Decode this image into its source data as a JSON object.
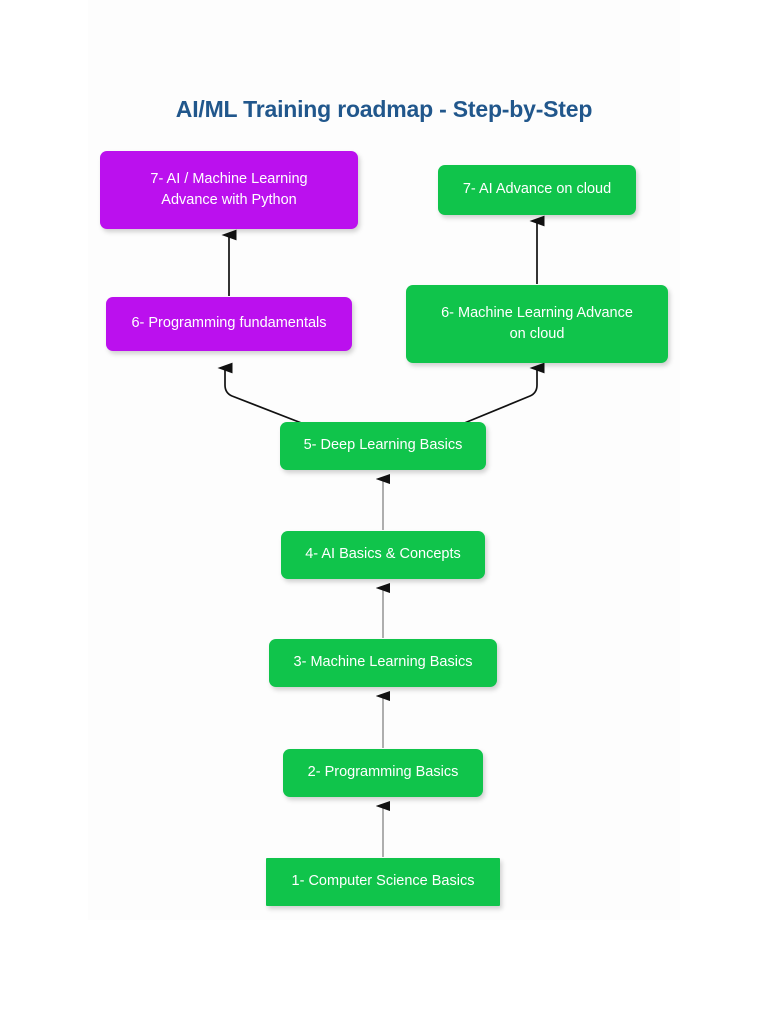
{
  "document": {
    "title": "AI/ML Training roadmap - Step-by-Step",
    "title_color": "#21578c",
    "background_color": "#ffffff"
  },
  "palette": {
    "purple": "#bb10ee",
    "green": "#10c44b",
    "node_text": "#ffffff",
    "connector": "#1a1a1a"
  },
  "chart_data": {
    "type": "diagram",
    "title": "AI/ML Training roadmap - Step-by-Step",
    "nodes": [
      {
        "id": "node-1-cs",
        "step": 1,
        "label": "1- Computer Science Basics",
        "color": "green",
        "shape": "rectangle"
      },
      {
        "id": "node-2-prog",
        "step": 2,
        "label": "2- Programming Basics",
        "color": "green",
        "shape": "rounded"
      },
      {
        "id": "node-3-ml",
        "step": 3,
        "label": "3- Machine Learning Basics",
        "color": "green",
        "shape": "rounded"
      },
      {
        "id": "node-4-ai",
        "step": 4,
        "label": "4- AI Basics & Concepts",
        "color": "green",
        "shape": "rounded"
      },
      {
        "id": "node-5-dl",
        "step": 5,
        "label": "5- Deep Learning Basics",
        "color": "green",
        "shape": "rounded"
      },
      {
        "id": "node-6-prog",
        "step": 6,
        "label": "6- Programming fundamentals",
        "color": "purple",
        "shape": "rounded"
      },
      {
        "id": "node-6-mlcloud",
        "step": 6,
        "label": "6- Machine Learning Advance on cloud",
        "color": "green",
        "shape": "rounded"
      },
      {
        "id": "node-7-python",
        "step": 7,
        "label": "7- AI / Machine Learning Advance with Python",
        "color": "purple",
        "shape": "rounded"
      },
      {
        "id": "node-7-cloud",
        "step": 7,
        "label": "7- AI Advance on cloud",
        "color": "green",
        "shape": "rounded"
      }
    ],
    "edges": [
      {
        "from": "node-1-cs",
        "to": "node-2-prog",
        "style": "straight-arrow-up"
      },
      {
        "from": "node-2-prog",
        "to": "node-3-ml",
        "style": "straight-arrow-up"
      },
      {
        "from": "node-3-ml",
        "to": "node-4-ai",
        "style": "straight-arrow-up"
      },
      {
        "from": "node-4-ai",
        "to": "node-5-dl",
        "style": "straight-arrow-up"
      },
      {
        "from": "node-5-dl",
        "to": "node-6-prog",
        "style": "curved-arrow-up-left"
      },
      {
        "from": "node-5-dl",
        "to": "node-6-mlcloud",
        "style": "curved-arrow-up-right"
      },
      {
        "from": "node-6-prog",
        "to": "node-7-python",
        "style": "straight-arrow-up"
      },
      {
        "from": "node-6-mlcloud",
        "to": "node-7-cloud",
        "style": "straight-arrow-up"
      }
    ]
  },
  "nodes": {
    "n1": {
      "label": "1- Computer Science Basics"
    },
    "n2": {
      "label": "2- Programming Basics"
    },
    "n3": {
      "label": "3- Machine Learning Basics"
    },
    "n4": {
      "label": "4- AI Basics & Concepts"
    },
    "n5": {
      "label": "5- Deep Learning Basics"
    },
    "n6a": {
      "label": "6- Programming fundamentals"
    },
    "n6b_line1": "6- Machine Learning Advance",
    "n6b_line2": "on cloud",
    "n7a_line1": "7- AI / Machine Learning",
    "n7a_line2": "Advance with Python",
    "n7b": {
      "label": "7- AI Advance on cloud"
    }
  }
}
